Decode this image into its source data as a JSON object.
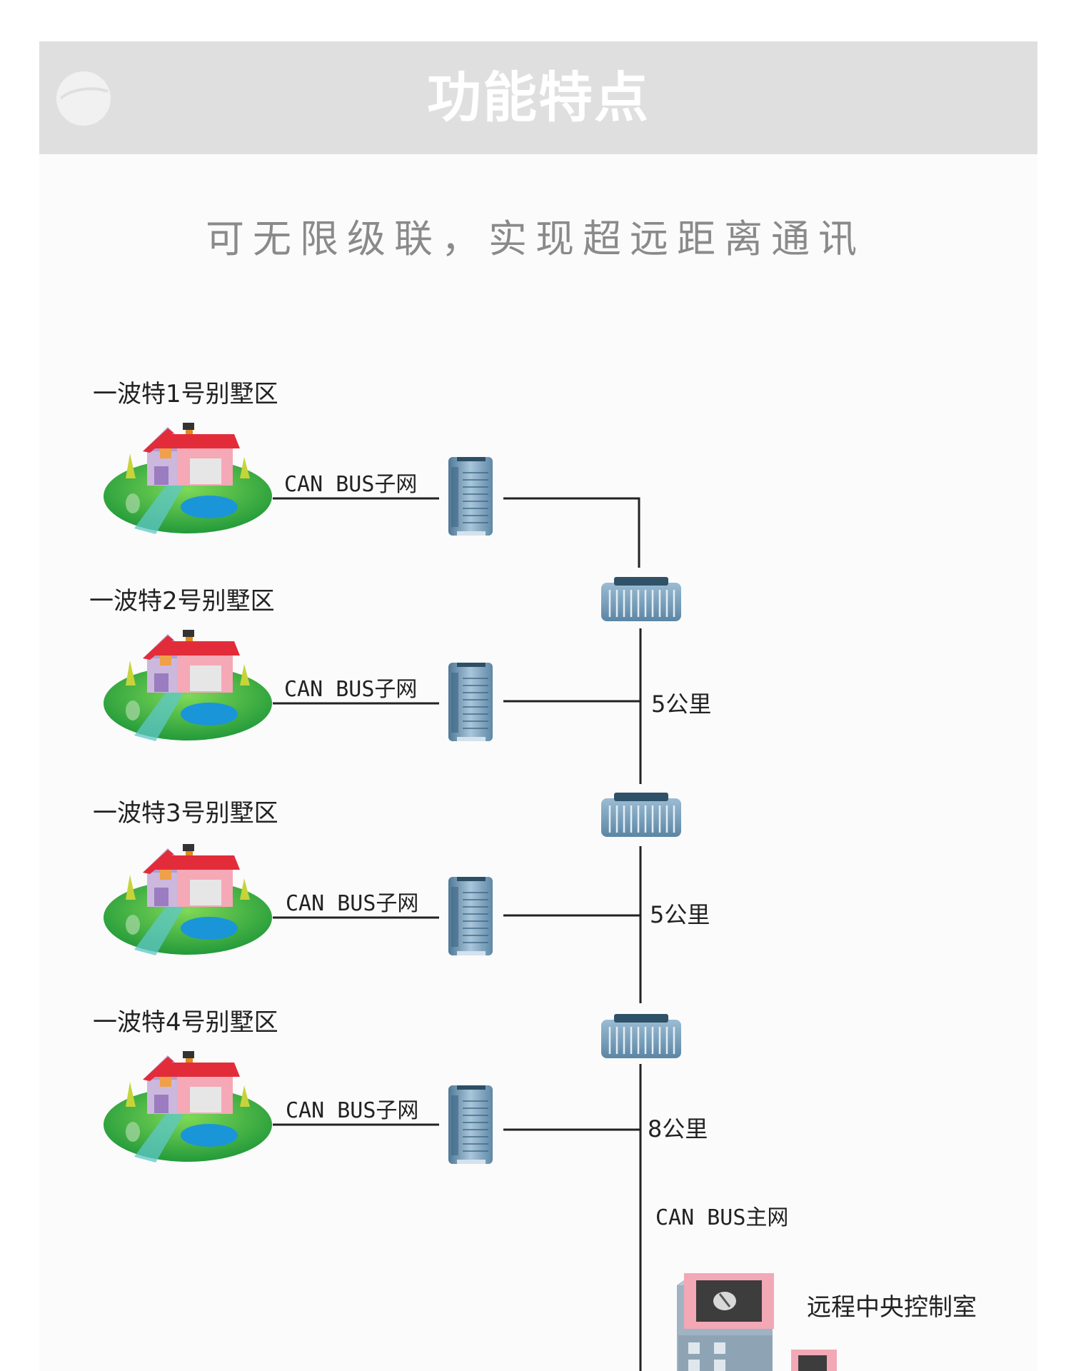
{
  "header": {
    "title": "功能特点",
    "subtitle": "可无限级联，实现超远距离通讯"
  },
  "diagram": {
    "villas": [
      {
        "name": "一波特1号别墅区",
        "subnet": "CAN BUS子网"
      },
      {
        "name": "一波特2号别墅区",
        "subnet": "CAN BUS子网"
      },
      {
        "name": "一波特3号别墅区",
        "subnet": "CAN BUS子网"
      },
      {
        "name": "一波特4号别墅区",
        "subnet": "CAN BUS子网"
      }
    ],
    "distances": [
      "5公里",
      "5公里",
      "8公里"
    ],
    "main_bus": "CAN BUS主网",
    "control_room": "远程中央控制室"
  },
  "colors": {
    "banner_bg": "#dedfde",
    "panel_bg": "#fbfbfb",
    "roof": "#e32c3a",
    "wall_pink": "#f4a5b4",
    "wall_purple": "#c8b6da",
    "lawn": "#3fb441",
    "pond": "#1a95d8",
    "device": "#7ba7c4",
    "wire": "#222222"
  },
  "icons": [
    "logo-icon",
    "villa-icon",
    "converter-icon",
    "repeater-icon",
    "building-icon"
  ]
}
